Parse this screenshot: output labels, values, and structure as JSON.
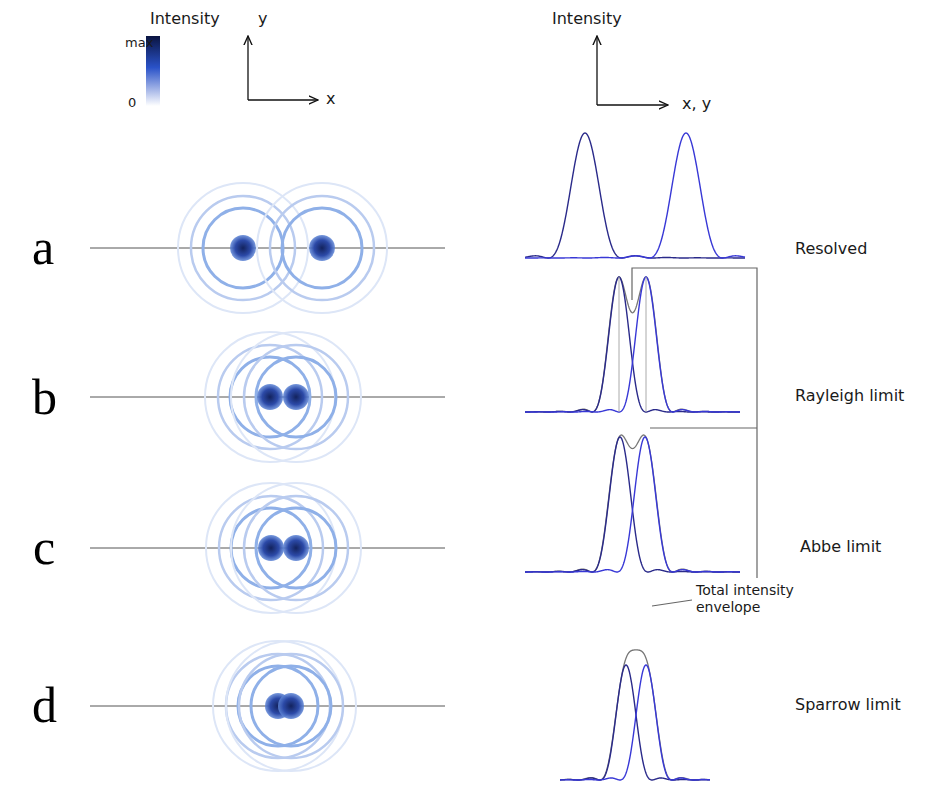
{
  "diagram": {
    "labels": [
      "Intensity",
      "max",
      "0",
      "y",
      "x",
      "Intensity",
      "x, y",
      "a",
      "Resolved",
      "b",
      "Rayleigh limit",
      "c",
      "Abbe limit",
      "Total intensity envelope",
      "d",
      "Sparrow limit"
    ]
  }
}
